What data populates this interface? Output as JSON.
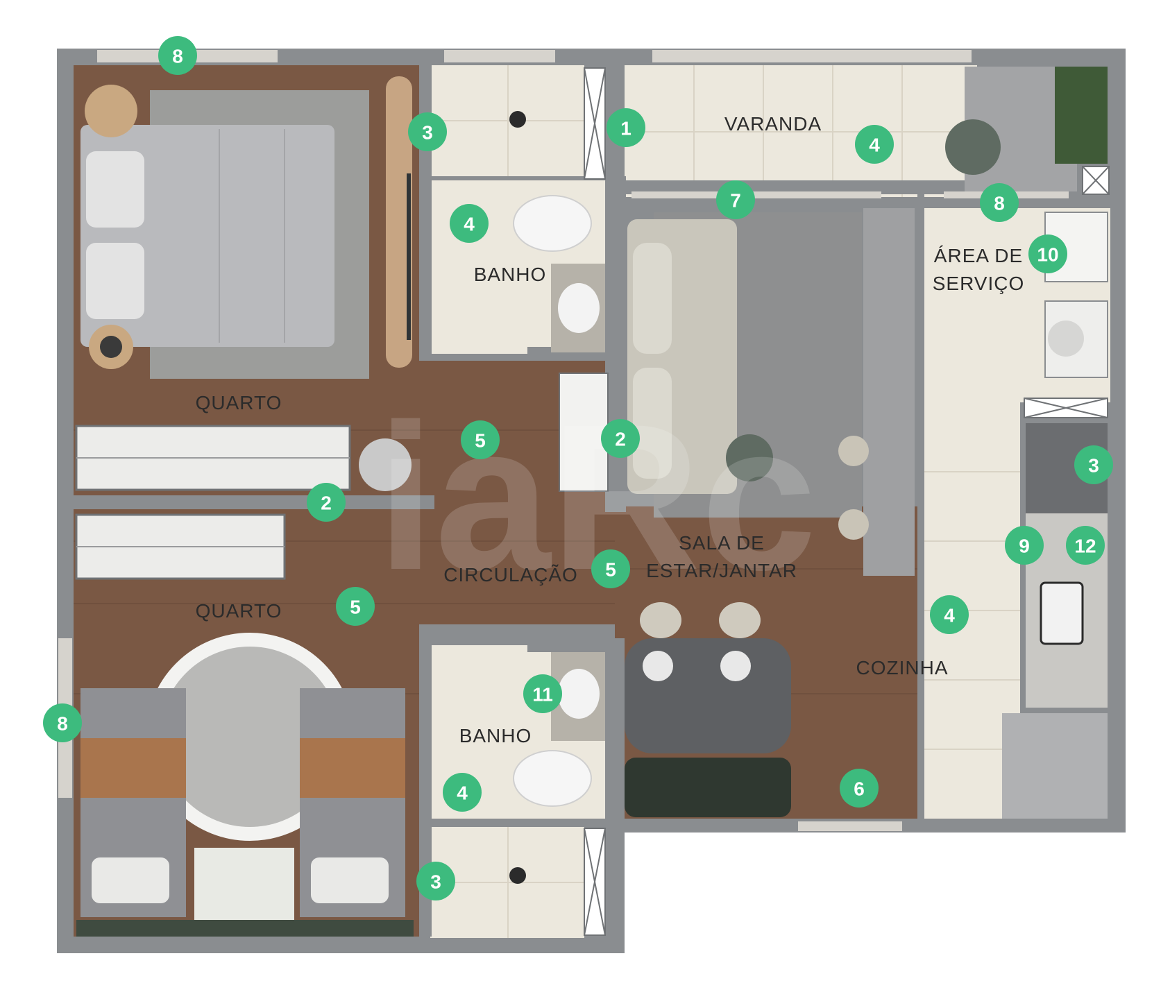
{
  "rooms": {
    "quarto_casal": "QUARTO",
    "quarto_solteiro": "QUARTO",
    "banho_suite": "BANHO",
    "banho_social": "BANHO",
    "varanda": "VARANDA",
    "area_servico_line1": "ÁREA DE",
    "area_servico_line2": "SERVIÇO",
    "sala_line1": "SALA  DE",
    "sala_line2": "ESTAR/JANTAR",
    "circulacao": "CIRCULAÇÃO",
    "cozinha": "COZINHA"
  },
  "watermark": "iaRc",
  "badges": [
    "8",
    "3",
    "1",
    "4",
    "4",
    "7",
    "8",
    "10",
    "2",
    "5",
    "2",
    "3",
    "9",
    "12",
    "5",
    "5",
    "4",
    "8",
    "11",
    "4",
    "6",
    "3"
  ],
  "colors": {
    "badge": "#3dbb7e",
    "wall": "#8a8d90",
    "wood_floor": "#7a5844",
    "tile_floor": "#ece8dd"
  }
}
